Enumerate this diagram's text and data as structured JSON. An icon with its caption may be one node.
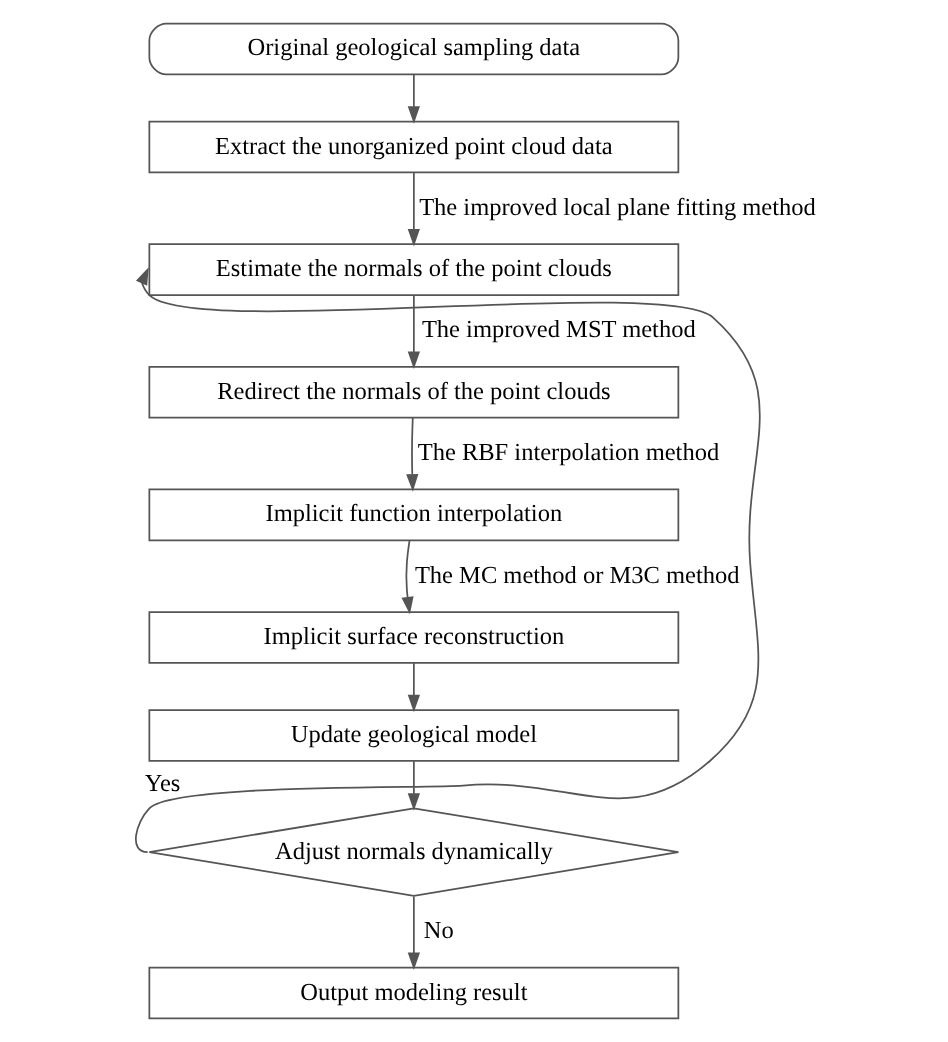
{
  "diagram": {
    "nodes": [
      {
        "text": [
          "Original geological sampling data"
        ]
      },
      {
        "text": [
          "Extract the unorganized point cloud data"
        ]
      },
      {
        "text": [
          "Estimate the normals of the point clouds"
        ]
      },
      {
        "text": [
          "Redirect the normals of the point clouds"
        ]
      },
      {
        "text": [
          "Implicit function interpolation"
        ]
      },
      {
        "text": [
          "Implicit surface reconstruction"
        ]
      },
      {
        "text": [
          "Update geological model"
        ]
      },
      {
        "text": [
          "Adjust normals dynamically"
        ]
      },
      {
        "text": [
          "Output modeling result"
        ]
      }
    ],
    "edges": [
      {
        "from": 0,
        "to": 1,
        "arrow": "to"
      },
      {
        "from": 1,
        "to": 2,
        "arrow": "to",
        "label": "The improved local plane fitting method"
      },
      {
        "from": 2,
        "to": 3,
        "arrow": "to",
        "label": "The improved MST method"
      },
      {
        "from": 3,
        "to": 4,
        "arrow": "to",
        "label": "The RBF interpolation method"
      },
      {
        "from": 4,
        "to": 5,
        "arrow": "to",
        "label": "The MC method or M3C method"
      },
      {
        "from": 5,
        "to": 6,
        "arrow": "to"
      },
      {
        "from": 6,
        "to": 7,
        "arrow": "to"
      },
      {
        "from": 7,
        "to": 2,
        "arrow": "to",
        "label": "Yes"
      },
      {
        "from": 7,
        "to": 8,
        "arrow": "to",
        "label": "No"
      }
    ]
  }
}
